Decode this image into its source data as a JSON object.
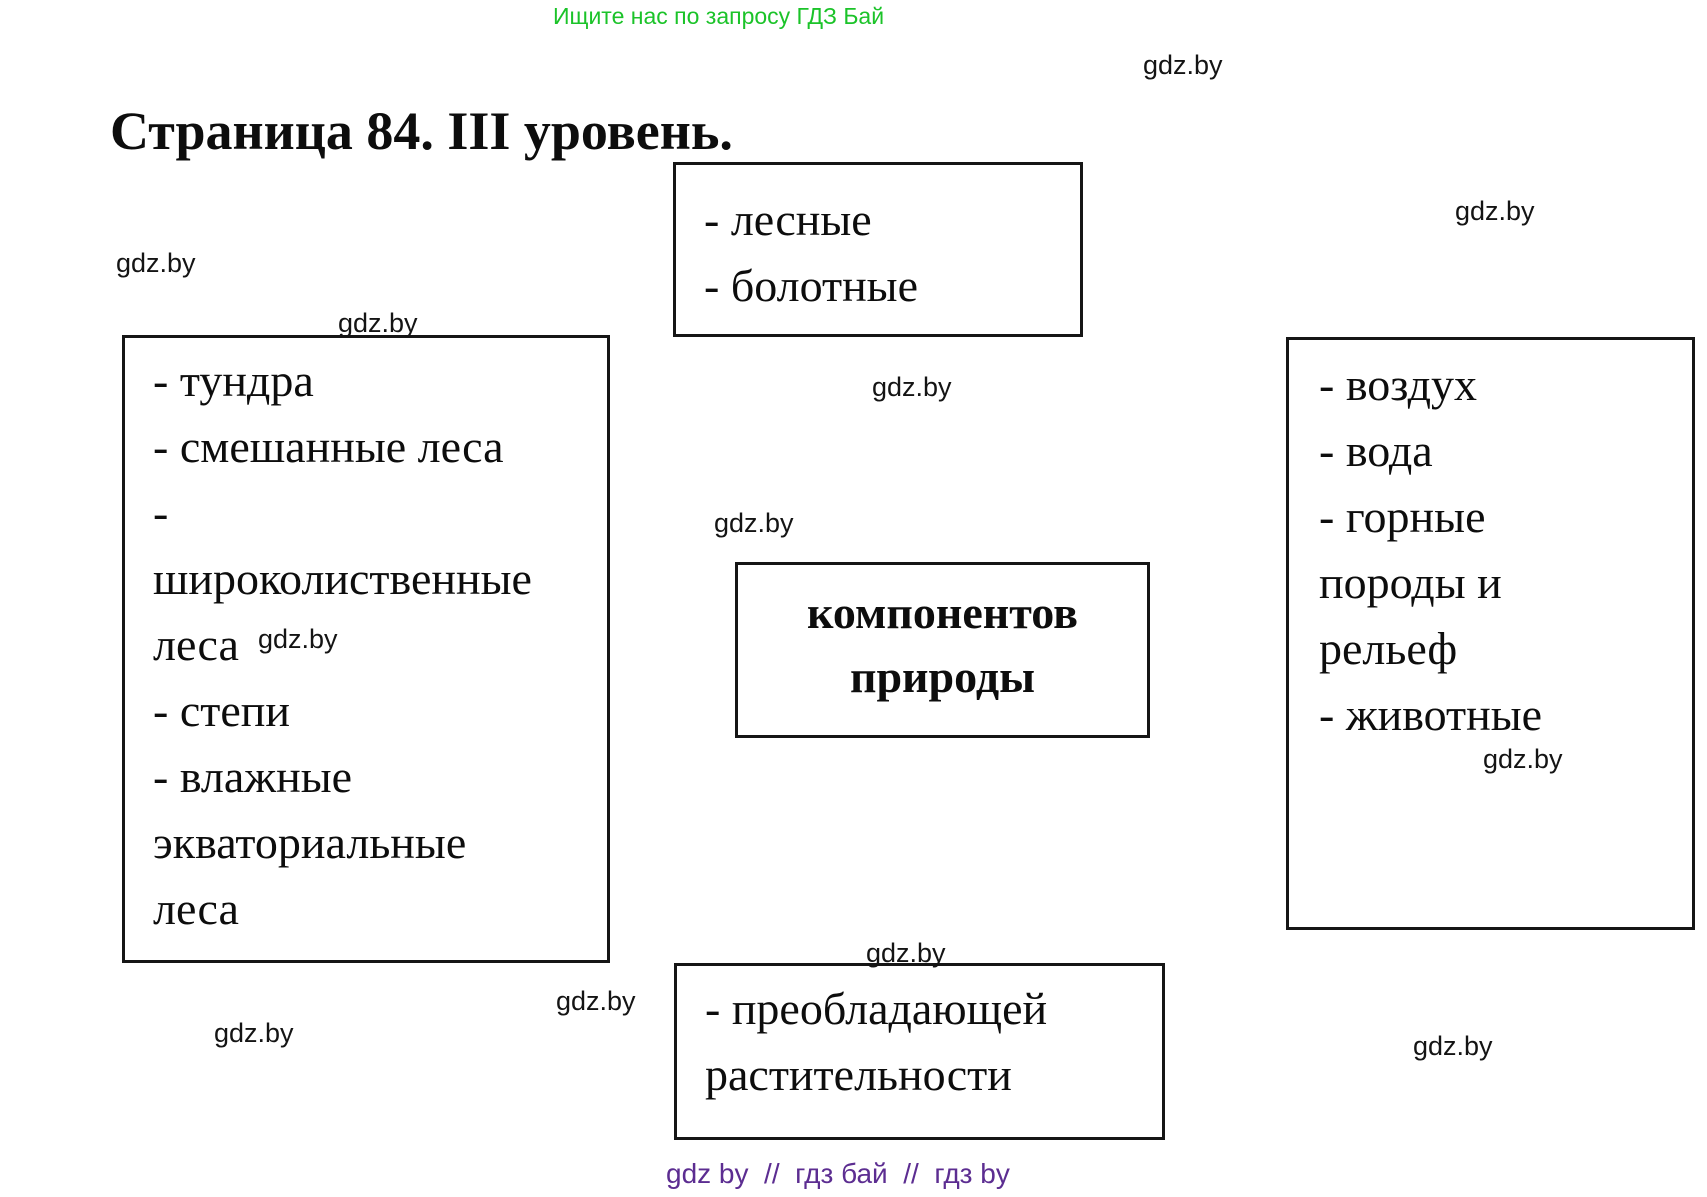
{
  "page": {
    "promo": {
      "text": "Ищите нас по запросу ГДЗ Бай",
      "color": "#1bc329"
    },
    "title": "Страница 84. III уровень.",
    "watermark_text": "gdz.by",
    "text_color": "#0d0d0d",
    "border_color": "#161616"
  },
  "boxes": {
    "top": {
      "lines": [
        "- лесные",
        "- болотные"
      ]
    },
    "left": {
      "lines": [
        "- тундра",
        "- смешанные леса",
        "-",
        "широколиственные",
        "леса",
        "- степи",
        "- влажные",
        "экваториальные",
        "леса"
      ]
    },
    "center": {
      "lines": [
        "компонентов",
        "природы"
      ]
    },
    "right": {
      "lines": [
        "- воздух",
        "- вода",
        "- горные",
        "породы и",
        "рельеф",
        "- животные"
      ]
    },
    "bottom": {
      "lines": [
        "- преобладающей",
        "растительности"
      ]
    }
  },
  "watermarks": [
    {
      "text": "gdz.by"
    },
    {
      "text": "gdz.by"
    },
    {
      "text": "gdz.by"
    },
    {
      "text": "gdz.by"
    },
    {
      "text": "gdz.by"
    },
    {
      "text": "gdz.by"
    },
    {
      "text": "gdz.by"
    },
    {
      "text": "gdz.by"
    },
    {
      "text": "gdz.by"
    },
    {
      "text": "gdz.by"
    },
    {
      "text": "gdz.by"
    },
    {
      "text": "gdz.by"
    }
  ],
  "footer": {
    "text": "gdz by  //  гдз бай  //  гдз by",
    "color": "#5c2d91"
  }
}
